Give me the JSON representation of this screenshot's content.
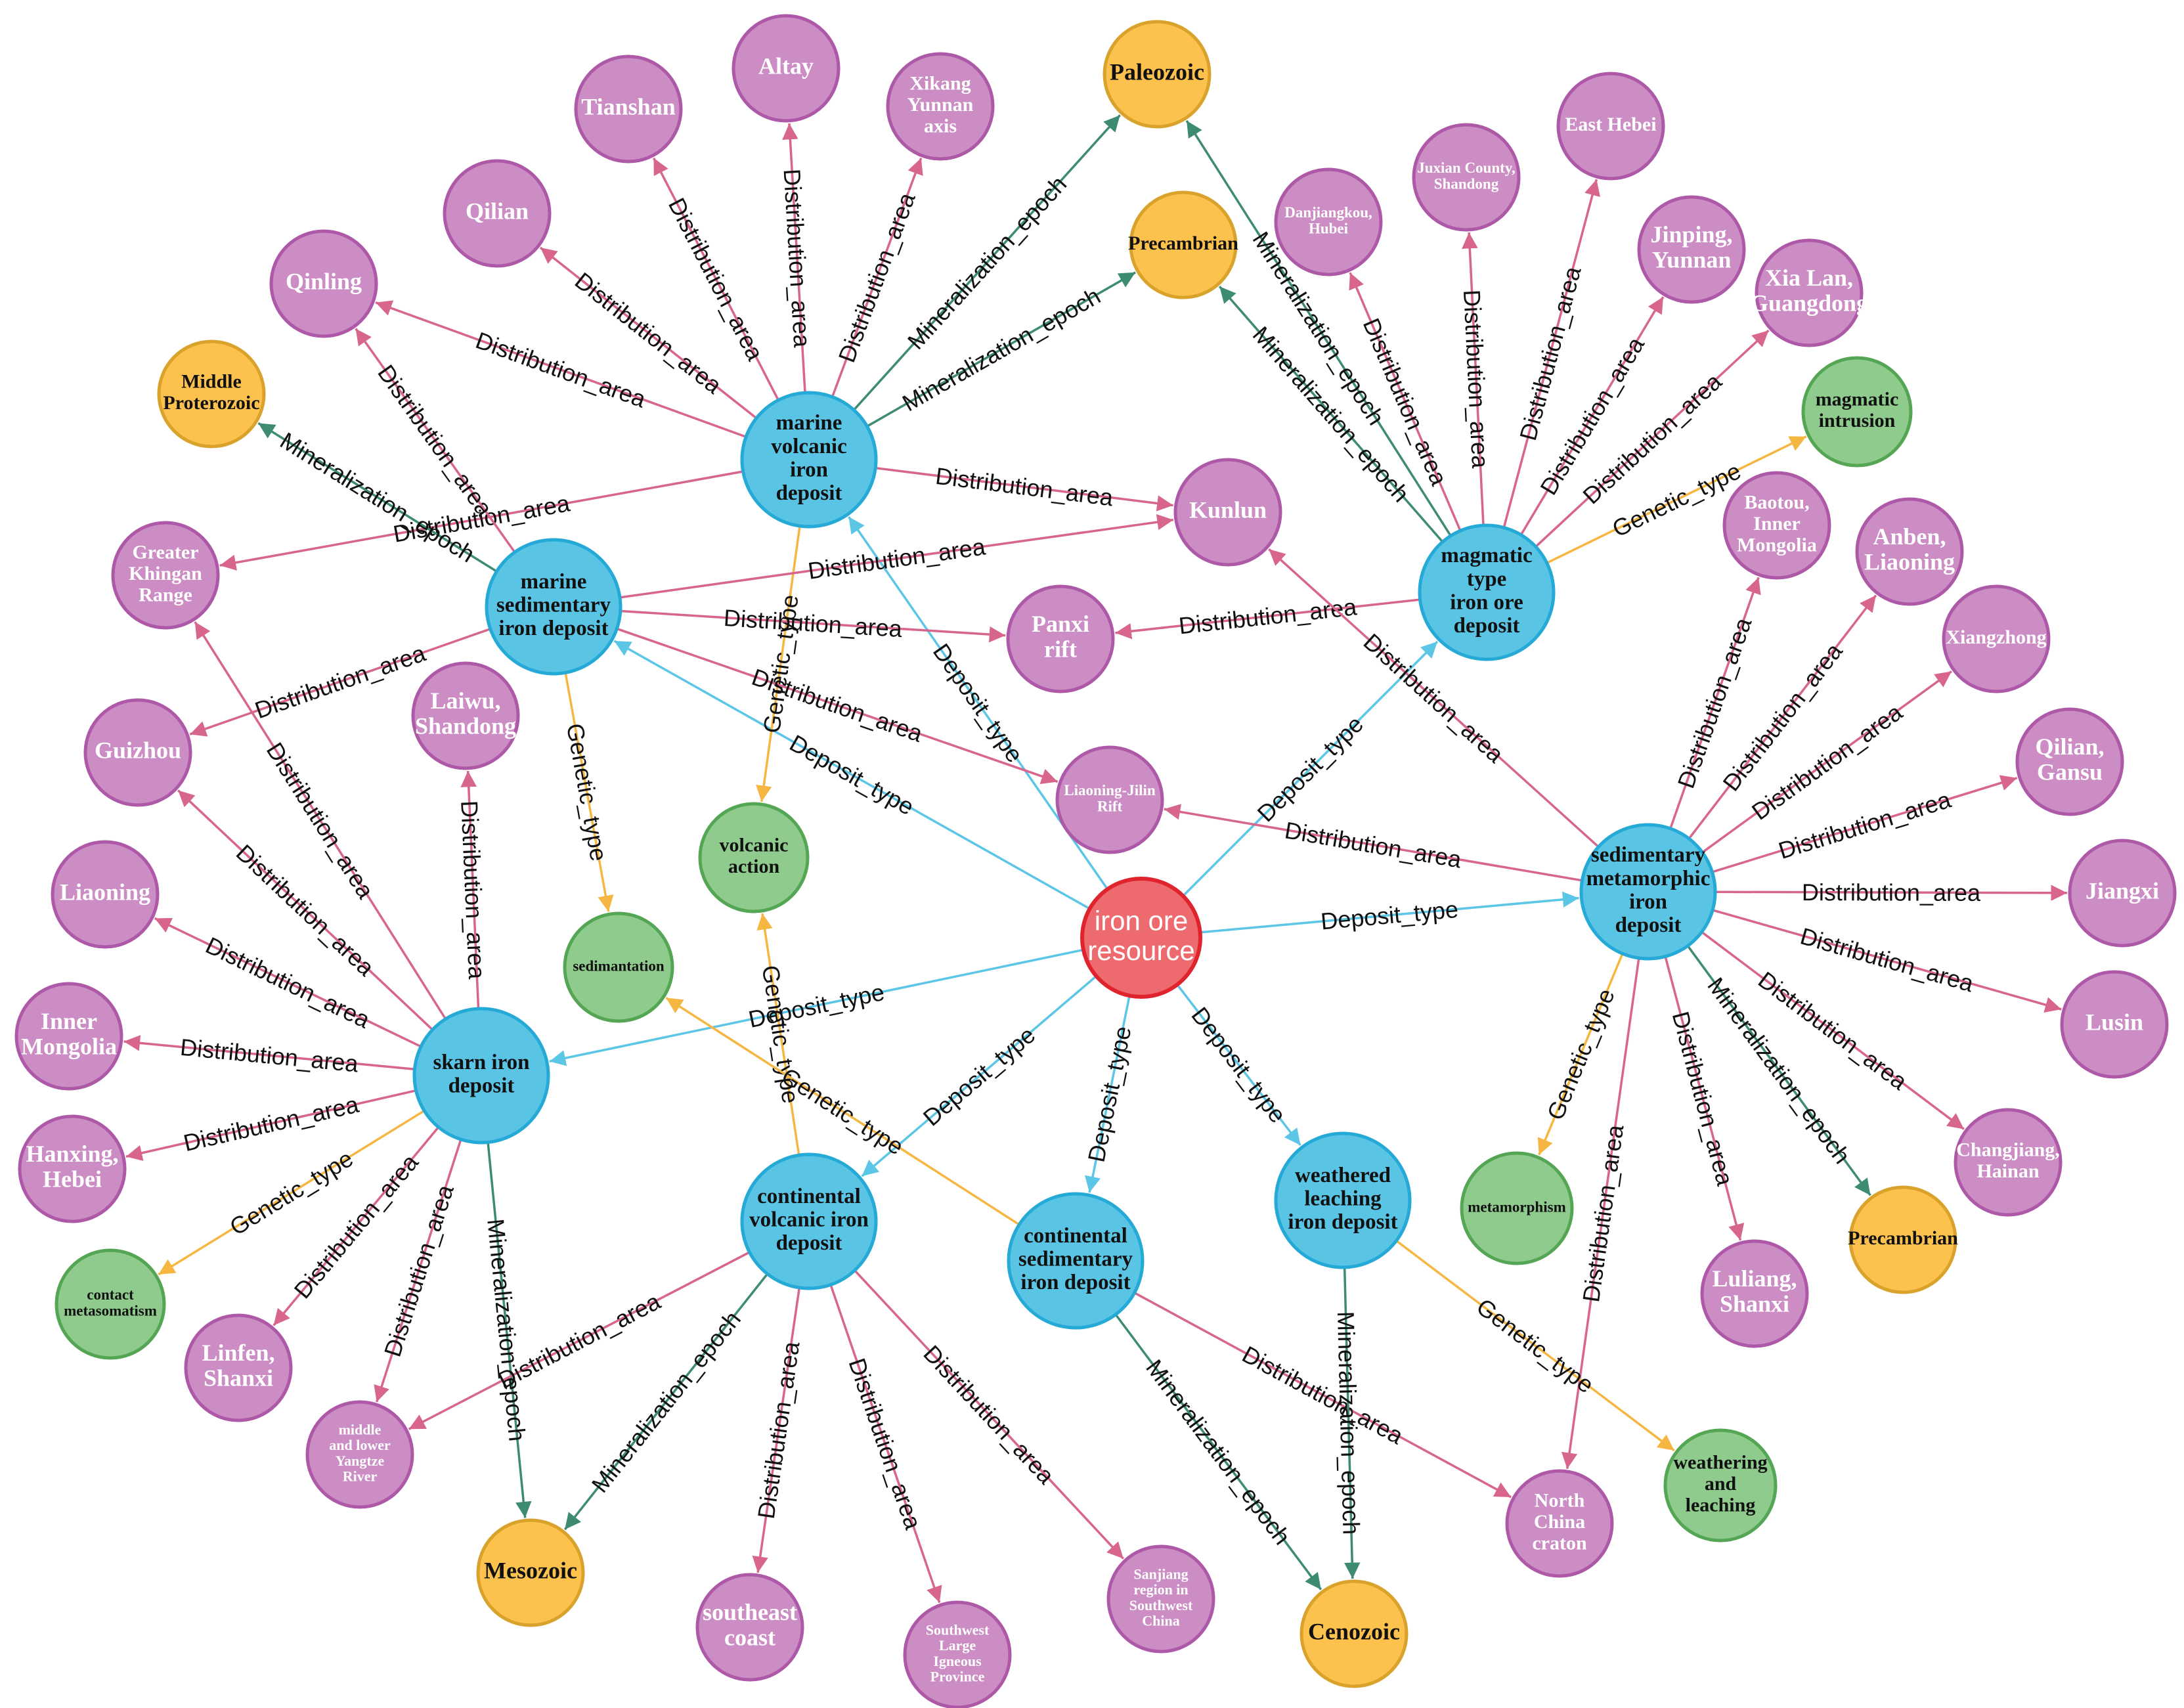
{
  "colors": {
    "root_fill": "#ED6A6E",
    "root_stroke": "#E0242D",
    "type_fill": "#5AC4E5",
    "type_stroke": "#25A9D6",
    "area_fill": "#CB8DC4",
    "area_stroke": "#AE59A8",
    "epoch_fill": "#FDC24E",
    "epoch_stroke": "#D9A22A",
    "genetic_fill": "#8ECB8C",
    "genetic_stroke": "#54A655",
    "edge_deposit": "#5CC6E6",
    "edge_area": "#D7658C",
    "edge_epoch": "#3E8B73",
    "edge_genetic": "#F6B642"
  },
  "edge_labels": {
    "deposit_type": "Deposit_type",
    "distribution_area": "Distribution_area",
    "mineralization_epoch": "Mineralization_epoch",
    "genetic_type": "Genetic_type"
  },
  "nodes": [
    {
      "id": "iron",
      "category": "root",
      "label": [
        "iron ore",
        "resource"
      ]
    },
    {
      "id": "mvid",
      "category": "type",
      "label": [
        "marine",
        "volcanic",
        "iron",
        "deposit"
      ]
    },
    {
      "id": "msid",
      "category": "type",
      "label": [
        "marine",
        "sedimentary",
        "iron deposit"
      ]
    },
    {
      "id": "mtid",
      "category": "type",
      "label": [
        "magmatic",
        "type",
        "iron ore",
        "deposit"
      ]
    },
    {
      "id": "smid",
      "category": "type",
      "label": [
        "sedimentary",
        "metamorphic",
        "iron",
        "deposit"
      ]
    },
    {
      "id": "skid",
      "category": "type",
      "label": [
        "skarn iron",
        "deposit"
      ]
    },
    {
      "id": "cvid",
      "category": "type",
      "label": [
        "continental",
        "volcanic iron",
        "deposit"
      ]
    },
    {
      "id": "csid",
      "category": "type",
      "label": [
        "continental",
        "sedimentary",
        "iron deposit"
      ]
    },
    {
      "id": "wlid",
      "category": "type",
      "label": [
        "weathered",
        "leaching",
        "iron deposit"
      ]
    },
    {
      "id": "tianshan",
      "category": "area",
      "label": [
        "Tianshan"
      ]
    },
    {
      "id": "altay",
      "category": "area",
      "label": [
        "Altay"
      ]
    },
    {
      "id": "xikang",
      "category": "area",
      "label": [
        "Xikang",
        "Yunnan",
        "axis"
      ]
    },
    {
      "id": "qilian",
      "category": "area",
      "label": [
        "Qilian"
      ]
    },
    {
      "id": "qinling",
      "category": "area",
      "label": [
        "Qinling"
      ]
    },
    {
      "id": "greater",
      "category": "area",
      "label": [
        "Greater",
        "Khingan",
        "Range"
      ]
    },
    {
      "id": "kunlun",
      "category": "area",
      "label": [
        "Kunlun"
      ]
    },
    {
      "id": "panxi",
      "category": "area",
      "label": [
        "Panxi",
        "rift"
      ]
    },
    {
      "id": "guizhou",
      "category": "area",
      "label": [
        "Guizhou"
      ]
    },
    {
      "id": "laiwu",
      "category": "area",
      "label": [
        "Laiwu,",
        "Shandong"
      ]
    },
    {
      "id": "liaojilin",
      "category": "area",
      "label": [
        "Liaoning-Jilin",
        "Rift"
      ]
    },
    {
      "id": "danjiang",
      "category": "area",
      "label": [
        "Danjiangkou,",
        "Hubei"
      ]
    },
    {
      "id": "juxian",
      "category": "area",
      "label": [
        "Juxian  County,",
        "Shandong"
      ]
    },
    {
      "id": "easthebei",
      "category": "area",
      "label": [
        "East Hebei"
      ]
    },
    {
      "id": "jinping",
      "category": "area",
      "label": [
        "Jinping,",
        "Yunnan"
      ]
    },
    {
      "id": "xialan",
      "category": "area",
      "label": [
        "Xia Lan,",
        "Guangdong"
      ]
    },
    {
      "id": "baotou",
      "category": "area",
      "label": [
        "Baotou,",
        "Inner",
        "Mongolia"
      ]
    },
    {
      "id": "anben",
      "category": "area",
      "label": [
        "Anben,",
        "Liaoning"
      ]
    },
    {
      "id": "xiangzhong",
      "category": "area",
      "label": [
        "Xiangzhong"
      ]
    },
    {
      "id": "qiliangansu",
      "category": "area",
      "label": [
        "Qilian,",
        "Gansu"
      ]
    },
    {
      "id": "jiangxi",
      "category": "area",
      "label": [
        "Jiangxi"
      ]
    },
    {
      "id": "lusin",
      "category": "area",
      "label": [
        "Lusin"
      ]
    },
    {
      "id": "changjiang",
      "category": "area",
      "label": [
        "Changjiang,",
        "Hainan"
      ]
    },
    {
      "id": "luliang",
      "category": "area",
      "label": [
        "Luliang,",
        "Shanxi"
      ]
    },
    {
      "id": "northchina",
      "category": "area",
      "label": [
        "North",
        "China",
        "craton"
      ]
    },
    {
      "id": "liaoning",
      "category": "area",
      "label": [
        "Liaoning"
      ]
    },
    {
      "id": "innermongolia",
      "category": "area",
      "label": [
        "Inner",
        "Mongolia"
      ]
    },
    {
      "id": "hanxing",
      "category": "area",
      "label": [
        "Hanxing,",
        "Hebei"
      ]
    },
    {
      "id": "linfen",
      "category": "area",
      "label": [
        "Linfen,",
        "Shanxi"
      ]
    },
    {
      "id": "yangtze",
      "category": "area",
      "label": [
        "middle",
        "and lower",
        "Yangtze",
        "River"
      ]
    },
    {
      "id": "southeast",
      "category": "area",
      "label": [
        "southeast",
        "coast"
      ]
    },
    {
      "id": "southwest",
      "category": "area",
      "label": [
        "Southwest",
        "Large",
        "Igneous",
        "Province"
      ]
    },
    {
      "id": "sanjiang",
      "category": "area",
      "label": [
        "Sanjiang",
        "region in",
        "Southwest",
        "China"
      ]
    },
    {
      "id": "paleozoic",
      "category": "epoch",
      "label": [
        "Paleozoic"
      ]
    },
    {
      "id": "precambrian1",
      "category": "epoch",
      "label": [
        "Precambrian"
      ]
    },
    {
      "id": "midprot",
      "category": "epoch",
      "label": [
        "Middle",
        "Proterozoic"
      ]
    },
    {
      "id": "precambrian2",
      "category": "epoch",
      "label": [
        "Precambrian"
      ]
    },
    {
      "id": "mesozoic",
      "category": "epoch",
      "label": [
        "Mesozoic"
      ]
    },
    {
      "id": "cenozoic",
      "category": "epoch",
      "label": [
        "Cenozoic"
      ]
    },
    {
      "id": "magmatic",
      "category": "genetic",
      "label": [
        "magmatic",
        "intrusion"
      ]
    },
    {
      "id": "volcanic",
      "category": "genetic",
      "label": [
        "volcanic",
        "action"
      ]
    },
    {
      "id": "sediment",
      "category": "genetic",
      "label": [
        "sedimantation"
      ]
    },
    {
      "id": "metamorph",
      "category": "genetic",
      "label": [
        "metamorphism"
      ]
    },
    {
      "id": "contact",
      "category": "genetic",
      "label": [
        "contact",
        "metasomatism"
      ]
    },
    {
      "id": "weathering",
      "category": "genetic",
      "label": [
        "weathering",
        "and",
        "leaching"
      ]
    }
  ],
  "edges": [
    {
      "source": "iron",
      "target": "mvid",
      "relation": "deposit_type"
    },
    {
      "source": "iron",
      "target": "msid",
      "relation": "deposit_type"
    },
    {
      "source": "iron",
      "target": "mtid",
      "relation": "deposit_type"
    },
    {
      "source": "iron",
      "target": "smid",
      "relation": "deposit_type"
    },
    {
      "source": "iron",
      "target": "skid",
      "relation": "deposit_type"
    },
    {
      "source": "iron",
      "target": "cvid",
      "relation": "deposit_type"
    },
    {
      "source": "iron",
      "target": "csid",
      "relation": "deposit_type"
    },
    {
      "source": "iron",
      "target": "wlid",
      "relation": "deposit_type"
    },
    {
      "source": "mvid",
      "target": "tianshan",
      "relation": "distribution_area"
    },
    {
      "source": "mvid",
      "target": "altay",
      "relation": "distribution_area"
    },
    {
      "source": "mvid",
      "target": "xikang",
      "relation": "distribution_area"
    },
    {
      "source": "mvid",
      "target": "qilian",
      "relation": "distribution_area"
    },
    {
      "source": "mvid",
      "target": "qinling",
      "relation": "distribution_area"
    },
    {
      "source": "mvid",
      "target": "greater",
      "relation": "distribution_area"
    },
    {
      "source": "mvid",
      "target": "kunlun",
      "relation": "distribution_area"
    },
    {
      "source": "mvid",
      "target": "paleozoic",
      "relation": "mineralization_epoch"
    },
    {
      "source": "mvid",
      "target": "precambrian1",
      "relation": "mineralization_epoch"
    },
    {
      "source": "mvid",
      "target": "volcanic",
      "relation": "genetic_type"
    },
    {
      "source": "msid",
      "target": "qinling",
      "relation": "distribution_area"
    },
    {
      "source": "msid",
      "target": "kunlun",
      "relation": "distribution_area"
    },
    {
      "source": "msid",
      "target": "panxi",
      "relation": "distribution_area"
    },
    {
      "source": "msid",
      "target": "liaojilin",
      "relation": "distribution_area"
    },
    {
      "source": "msid",
      "target": "guizhou",
      "relation": "distribution_area"
    },
    {
      "source": "msid",
      "target": "midprot",
      "relation": "mineralization_epoch"
    },
    {
      "source": "msid",
      "target": "sediment",
      "relation": "genetic_type"
    },
    {
      "source": "mtid",
      "target": "danjiang",
      "relation": "distribution_area"
    },
    {
      "source": "mtid",
      "target": "juxian",
      "relation": "distribution_area"
    },
    {
      "source": "mtid",
      "target": "easthebei",
      "relation": "distribution_area"
    },
    {
      "source": "mtid",
      "target": "jinping",
      "relation": "distribution_area"
    },
    {
      "source": "mtid",
      "target": "xialan",
      "relation": "distribution_area"
    },
    {
      "source": "mtid",
      "target": "panxi",
      "relation": "distribution_area"
    },
    {
      "source": "mtid",
      "target": "paleozoic",
      "relation": "mineralization_epoch"
    },
    {
      "source": "mtid",
      "target": "precambrian1",
      "relation": "mineralization_epoch"
    },
    {
      "source": "mtid",
      "target": "magmatic",
      "relation": "genetic_type"
    },
    {
      "source": "smid",
      "target": "kunlun",
      "relation": "distribution_area"
    },
    {
      "source": "smid",
      "target": "liaojilin",
      "relation": "distribution_area"
    },
    {
      "source": "smid",
      "target": "baotou",
      "relation": "distribution_area"
    },
    {
      "source": "smid",
      "target": "anben",
      "relation": "distribution_area"
    },
    {
      "source": "smid",
      "target": "xiangzhong",
      "relation": "distribution_area"
    },
    {
      "source": "smid",
      "target": "qiliangansu",
      "relation": "distribution_area"
    },
    {
      "source": "smid",
      "target": "jiangxi",
      "relation": "distribution_area"
    },
    {
      "source": "smid",
      "target": "lusin",
      "relation": "distribution_area"
    },
    {
      "source": "smid",
      "target": "changjiang",
      "relation": "distribution_area"
    },
    {
      "source": "smid",
      "target": "luliang",
      "relation": "distribution_area"
    },
    {
      "source": "smid",
      "target": "northchina",
      "relation": "distribution_area"
    },
    {
      "source": "smid",
      "target": "precambrian2",
      "relation": "mineralization_epoch"
    },
    {
      "source": "smid",
      "target": "metamorph",
      "relation": "genetic_type"
    },
    {
      "source": "skid",
      "target": "greater",
      "relation": "distribution_area"
    },
    {
      "source": "skid",
      "target": "guizhou",
      "relation": "distribution_area"
    },
    {
      "source": "skid",
      "target": "laiwu",
      "relation": "distribution_area"
    },
    {
      "source": "skid",
      "target": "liaoning",
      "relation": "distribution_area"
    },
    {
      "source": "skid",
      "target": "innermongolia",
      "relation": "distribution_area"
    },
    {
      "source": "skid",
      "target": "hanxing",
      "relation": "distribution_area"
    },
    {
      "source": "skid",
      "target": "linfen",
      "relation": "distribution_area"
    },
    {
      "source": "skid",
      "target": "yangtze",
      "relation": "distribution_area"
    },
    {
      "source": "skid",
      "target": "mesozoic",
      "relation": "mineralization_epoch"
    },
    {
      "source": "skid",
      "target": "contact",
      "relation": "genetic_type"
    },
    {
      "source": "cvid",
      "target": "yangtze",
      "relation": "distribution_area"
    },
    {
      "source": "cvid",
      "target": "southeast",
      "relation": "distribution_area"
    },
    {
      "source": "cvid",
      "target": "southwest",
      "relation": "distribution_area"
    },
    {
      "source": "cvid",
      "target": "sanjiang",
      "relation": "distribution_area"
    },
    {
      "source": "cvid",
      "target": "mesozoic",
      "relation": "mineralization_epoch"
    },
    {
      "source": "cvid",
      "target": "volcanic",
      "relation": "genetic_type"
    },
    {
      "source": "csid",
      "target": "northchina",
      "relation": "distribution_area"
    },
    {
      "source": "csid",
      "target": "cenozoic",
      "relation": "mineralization_epoch"
    },
    {
      "source": "csid",
      "target": "sediment",
      "relation": "genetic_type"
    },
    {
      "source": "wlid",
      "target": "cenozoic",
      "relation": "mineralization_epoch"
    },
    {
      "source": "wlid",
      "target": "weathering",
      "relation": "genetic_type"
    }
  ]
}
